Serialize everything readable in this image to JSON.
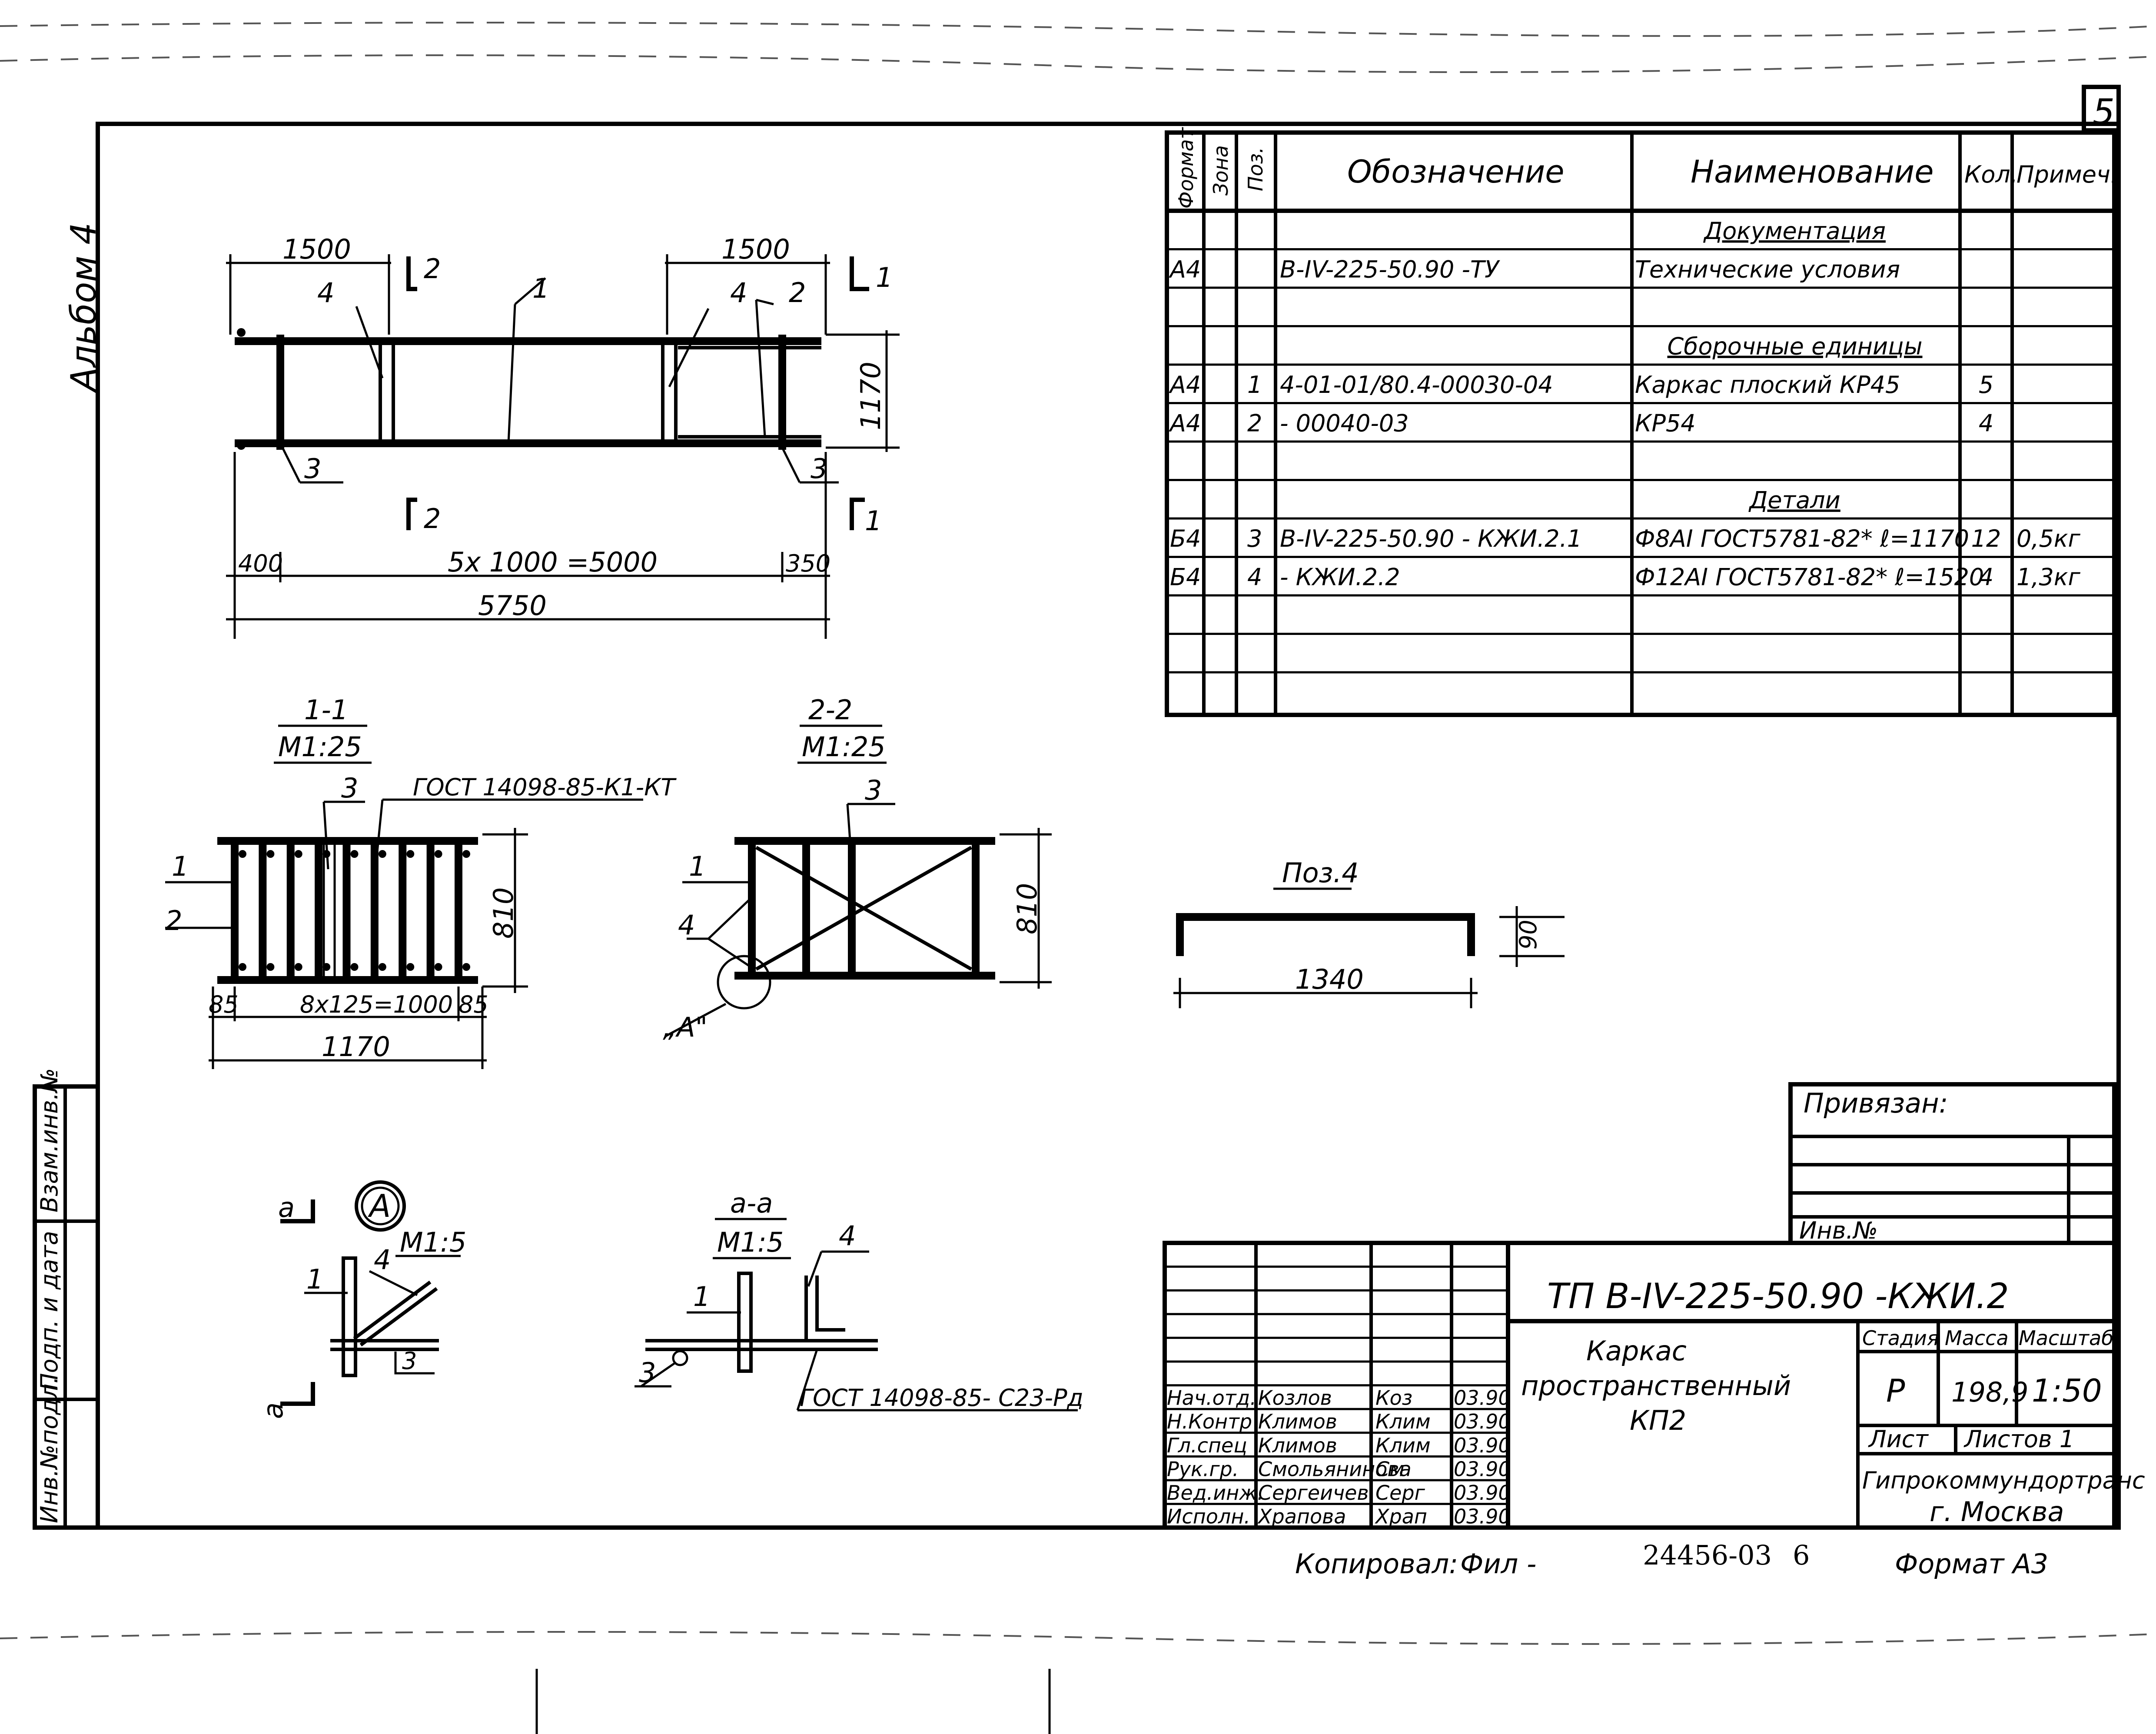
{
  "sheet": {
    "number": "5",
    "album": "Альбом 4",
    "copied_by_label": "Копировал:",
    "copied_by_sign": "Фил -",
    "archive_number": "24456-03",
    "archive_sub": "6",
    "format_label": "Формат А3"
  },
  "left_strip": [
    "Взам.инв.№",
    "Подп. и дата",
    "Инв.№подл."
  ],
  "spec": {
    "headers": {
      "format": "Формат",
      "zone": "Зона",
      "pos": "Поз.",
      "designation": "Обозначение",
      "name": "Наименование",
      "qty": "Кол.",
      "note": "Примеч."
    },
    "rows": [
      {
        "format": "",
        "pos": "",
        "designation": "",
        "name": "Документация",
        "qty": "",
        "note": "",
        "section": true
      },
      {
        "format": "А4",
        "pos": "",
        "designation": "В-IV-225-50.90     -ТУ",
        "name": "Технические условия",
        "qty": "",
        "note": ""
      },
      {
        "format": "",
        "pos": "",
        "designation": "",
        "name": "",
        "qty": "",
        "note": ""
      },
      {
        "format": "",
        "pos": "",
        "designation": "",
        "name": "Сборочные единицы",
        "qty": "",
        "note": "",
        "section": true
      },
      {
        "format": "А4",
        "pos": "1",
        "designation": "4-01-01/80.4-00030-04",
        "name": "Каркас плоский   КР45",
        "qty": "5",
        "note": ""
      },
      {
        "format": "А4",
        "pos": "2",
        "designation": "- 00040-03",
        "name": "КР54",
        "qty": "4",
        "note": ""
      },
      {
        "format": "",
        "pos": "",
        "designation": "",
        "name": "",
        "qty": "",
        "note": ""
      },
      {
        "format": "",
        "pos": "",
        "designation": "",
        "name": "Детали",
        "qty": "",
        "note": "",
        "section": true
      },
      {
        "format": "Б4",
        "pos": "3",
        "designation": "В-IV-225-50.90 - КЖИ.2.1",
        "name": "Ф8АI ГОСТ5781-82* ℓ=1170",
        "qty": "12",
        "note": "0,5кг"
      },
      {
        "format": "Б4",
        "pos": "4",
        "designation": "- КЖИ.2.2",
        "name": "Ф12АI ГОСТ5781-82* ℓ=1520",
        "qty": "4",
        "note": "1,3кг"
      },
      {
        "format": "",
        "pos": "",
        "designation": "",
        "name": "",
        "qty": "",
        "note": ""
      },
      {
        "format": "",
        "pos": "",
        "designation": "",
        "name": "",
        "qty": "",
        "note": ""
      },
      {
        "format": "",
        "pos": "",
        "designation": "",
        "name": "",
        "qty": "",
        "note": ""
      }
    ]
  },
  "plan": {
    "dim_left": "1500",
    "dim_right": "1500",
    "dim_height": "1170",
    "dim_400": "400",
    "dim_350": "350",
    "dim_middle": "5x 1000 =5000",
    "dim_total": "5750",
    "labels": [
      "1",
      "2",
      "3",
      "4"
    ],
    "cut1": "1",
    "cut2": "2"
  },
  "section_11": {
    "title": "1-1",
    "scale": "М1:25",
    "gost": "ГОСТ 14098-85-К1-КТ",
    "dim_spacing": "8x125=1000",
    "dim_85": "85",
    "dim_total": "1170",
    "dim_height": "810",
    "labels": [
      "1",
      "2",
      "3"
    ]
  },
  "section_22": {
    "title": "2-2",
    "scale": "М1:25",
    "dim_height": "810",
    "detail_ref": "„А\"",
    "labels": [
      "1",
      "3",
      "4"
    ]
  },
  "pos4": {
    "title": "Поз.4",
    "dim_length": "1340",
    "dim_hook": "90"
  },
  "detail_a": {
    "mark": "А",
    "scale": "М1:5",
    "cut": "а",
    "labels": [
      "1",
      "3",
      "4"
    ]
  },
  "section_aa": {
    "title": "а-а",
    "scale": "М1:5",
    "gost": "ГОСТ 14098-85- С23-Рд",
    "labels": [
      "1",
      "3",
      "4"
    ]
  },
  "binding": {
    "title": "Привязан:",
    "inv_label": "Инв.№"
  },
  "title_block": {
    "code": "ТП В-IV-225-50.90   -КЖИ.2",
    "name_lines": [
      "Каркас",
      "пространственный",
      "КП2"
    ],
    "stage_label": "Стадия",
    "mass_label": "Масса",
    "scale_label": "Масштаб",
    "stage": "Р",
    "mass": "198,9",
    "scale": "1:50",
    "sheet_label": "Лист",
    "sheets_label": "Листов  1",
    "org_line1": "Гипрокоммундортранс",
    "org_line2": "г. Москва",
    "people": [
      {
        "role": "Нач.отд.",
        "name": "Козлов",
        "sign": "Коз",
        "date": "03.90"
      },
      {
        "role": "Н.Контр",
        "name": "Климов",
        "sign": "Клим",
        "date": "03.90"
      },
      {
        "role": "Гл.спец",
        "name": "Климов",
        "sign": "Клим",
        "date": "03.90"
      },
      {
        "role": "Рук.гр.",
        "name": "Смольянинова",
        "sign": "См",
        "date": "03.90"
      },
      {
        "role": "Вед.инж.",
        "name": "Сергеичев",
        "sign": "Серг",
        "date": "03.90"
      },
      {
        "role": "Исполн.",
        "name": "Храпова",
        "sign": "Храп",
        "date": "03.90"
      }
    ]
  }
}
